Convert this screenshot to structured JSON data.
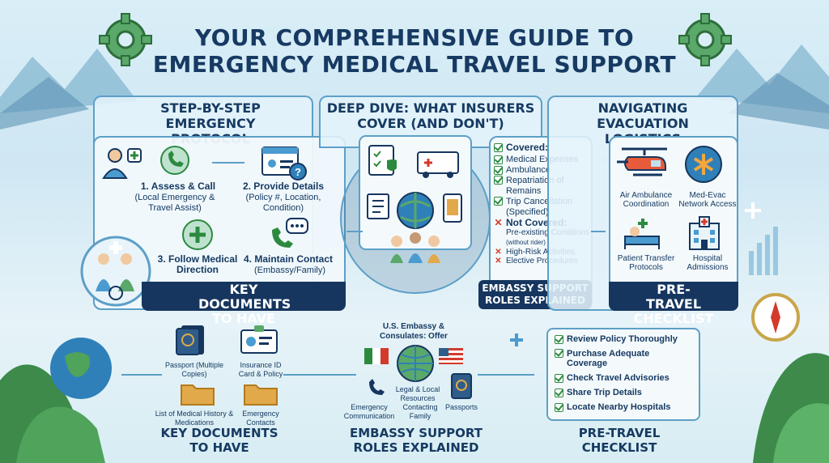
{
  "title": "YOUR COMPREHENSIVE GUIDE TO EMERGENCY MEDICAL TRAVEL SUPPORT",
  "protocol": {
    "heading": "STEP-BY-STEP EMERGENCY PROTOCOL",
    "step1": "1. Assess & Call",
    "step1_sub": "(Local Emergency & Travel Assist)",
    "step2": "2. Provide Details",
    "step2_sub": "(Policy #, Location, Condition)",
    "step3": "3. Follow Medical Direction",
    "step4": "4. Maintain Contact",
    "step4_sub": "(Embassy/Family)",
    "footer": "KEY DOCUMENTS TO HAVE"
  },
  "insurers": {
    "heading": "DEEP DIVE: WHAT INSURERS COVER (AND DON'T)",
    "covered_label": "Covered:",
    "covered": [
      "Medical Expenses",
      "Ambulance",
      "Repatriation of Remains",
      "Trip Cancellation (Specified)"
    ],
    "not_covered_label": "Not Covered:",
    "not_covered_1": "Pre-existing Conditions",
    "not_covered_1_note": "(without rider)",
    "not_covered": [
      "High-Risk Activities",
      "Elective Procedures"
    ],
    "footer": "EMBASSY SUPPORT ROLES EXPLAINED"
  },
  "evacuation": {
    "heading": "NAVIGATING EVACUATION LOGISTICS",
    "items": [
      "Air Ambulance Coordination",
      "Med-Evac Network Access",
      "Patient Transfer Protocols",
      "Hospital Admissions"
    ],
    "footer": "PRE-TRAVEL CHECKLIST"
  },
  "documents": {
    "items": [
      "Passport (Multiple Copies)",
      "Insurance ID Card & Policy",
      "List of Medical History & Medications",
      "Emergency Contacts"
    ],
    "label": "KEY DOCUMENTS TO HAVE"
  },
  "embassy": {
    "heading": "U.S. Embassy & Consulates: Offer",
    "items": [
      "Legal & Local Resources",
      "Emergency Communication",
      "Contacting Family",
      "Passports"
    ],
    "label": "EMBASSY SUPPORT ROLES EXPLAINED"
  },
  "checklist": {
    "items": [
      "Review Policy Thoroughly",
      "Purchase Adequate Coverage",
      "Check Travel Advisories",
      "Share Trip Details",
      "Locate Nearby Hospitals"
    ],
    "label": "PRE-TRAVEL CHECKLIST"
  },
  "colors": {
    "navy": "#16365f",
    "accent": "#5d9fc7",
    "check": "#2c8a3f",
    "cross": "#d33a2c"
  }
}
